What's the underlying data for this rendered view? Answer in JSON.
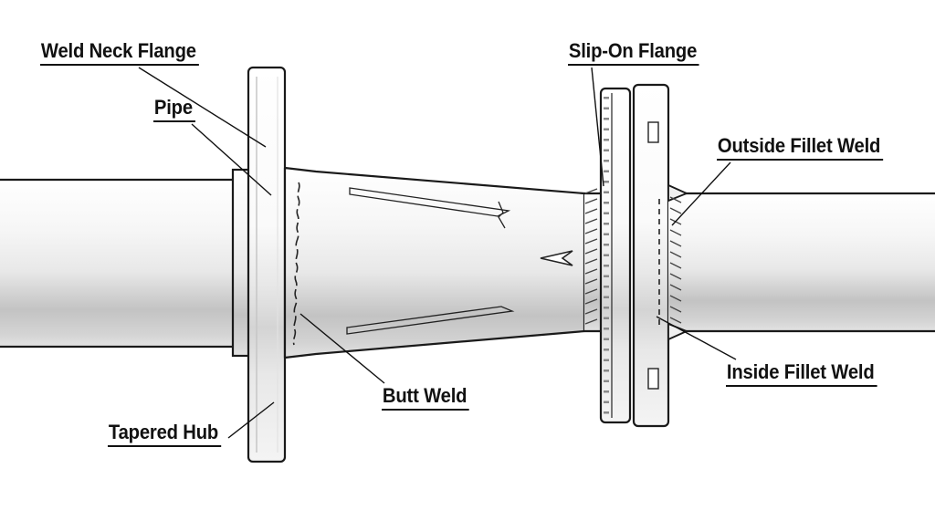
{
  "diagram": {
    "labels": {
      "weld_neck_flange": "Weld Neck Flange",
      "pipe": "Pipe",
      "slip_on_flange": "Slip-On Flange",
      "outside_fillet_weld": "Outside Fillet Weld",
      "butt_weld": "Butt Weld",
      "inside_fillet_weld": "Inside Fillet Weld",
      "tapered_hub": "Tapered Hub"
    },
    "colors": {
      "outline": "#1a1a1a",
      "label_text": "#111111",
      "background": "#ffffff",
      "shading_light": "#f6f6f6",
      "shading_dark": "#c3c3c3"
    }
  }
}
